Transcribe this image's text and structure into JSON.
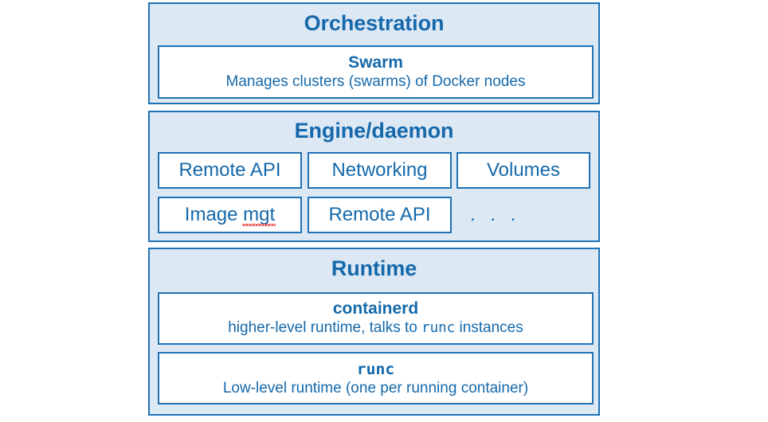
{
  "diagram": {
    "accent_color": "#1569ab",
    "border_color": "#1f72b5",
    "panel_fill": "#dde8f5",
    "box_fill": "#ffffff",
    "spellcheck_underline_color": "#e8403a"
  },
  "panels": [
    {
      "id": "orchestration",
      "title": "Orchestration",
      "boxes": [
        {
          "id": "swarm",
          "title": "Swarm",
          "desc": "Manages clusters (swarms) of Docker nodes"
        }
      ]
    },
    {
      "id": "engine",
      "title": "Engine/daemon",
      "tiles": [
        {
          "id": "remote-api-1",
          "label": "Remote API"
        },
        {
          "id": "networking",
          "label": "Networking"
        },
        {
          "id": "volumes",
          "label": "Volumes"
        },
        {
          "id": "image-mgt",
          "label_prefix": "Image ",
          "label_misspelled": "mgt"
        },
        {
          "id": "remote-api-2",
          "label": "Remote API"
        },
        {
          "id": "ellipsis",
          "label": ". . ."
        }
      ]
    },
    {
      "id": "runtime",
      "title": "Runtime",
      "boxes": [
        {
          "id": "containerd",
          "title": "containerd",
          "desc_before": "higher-level runtime, talks to ",
          "desc_mono": "runc",
          "desc_after": " instances"
        },
        {
          "id": "runc",
          "title": "runc",
          "desc": "Low-level runtime (one per running container)"
        }
      ]
    }
  ]
}
